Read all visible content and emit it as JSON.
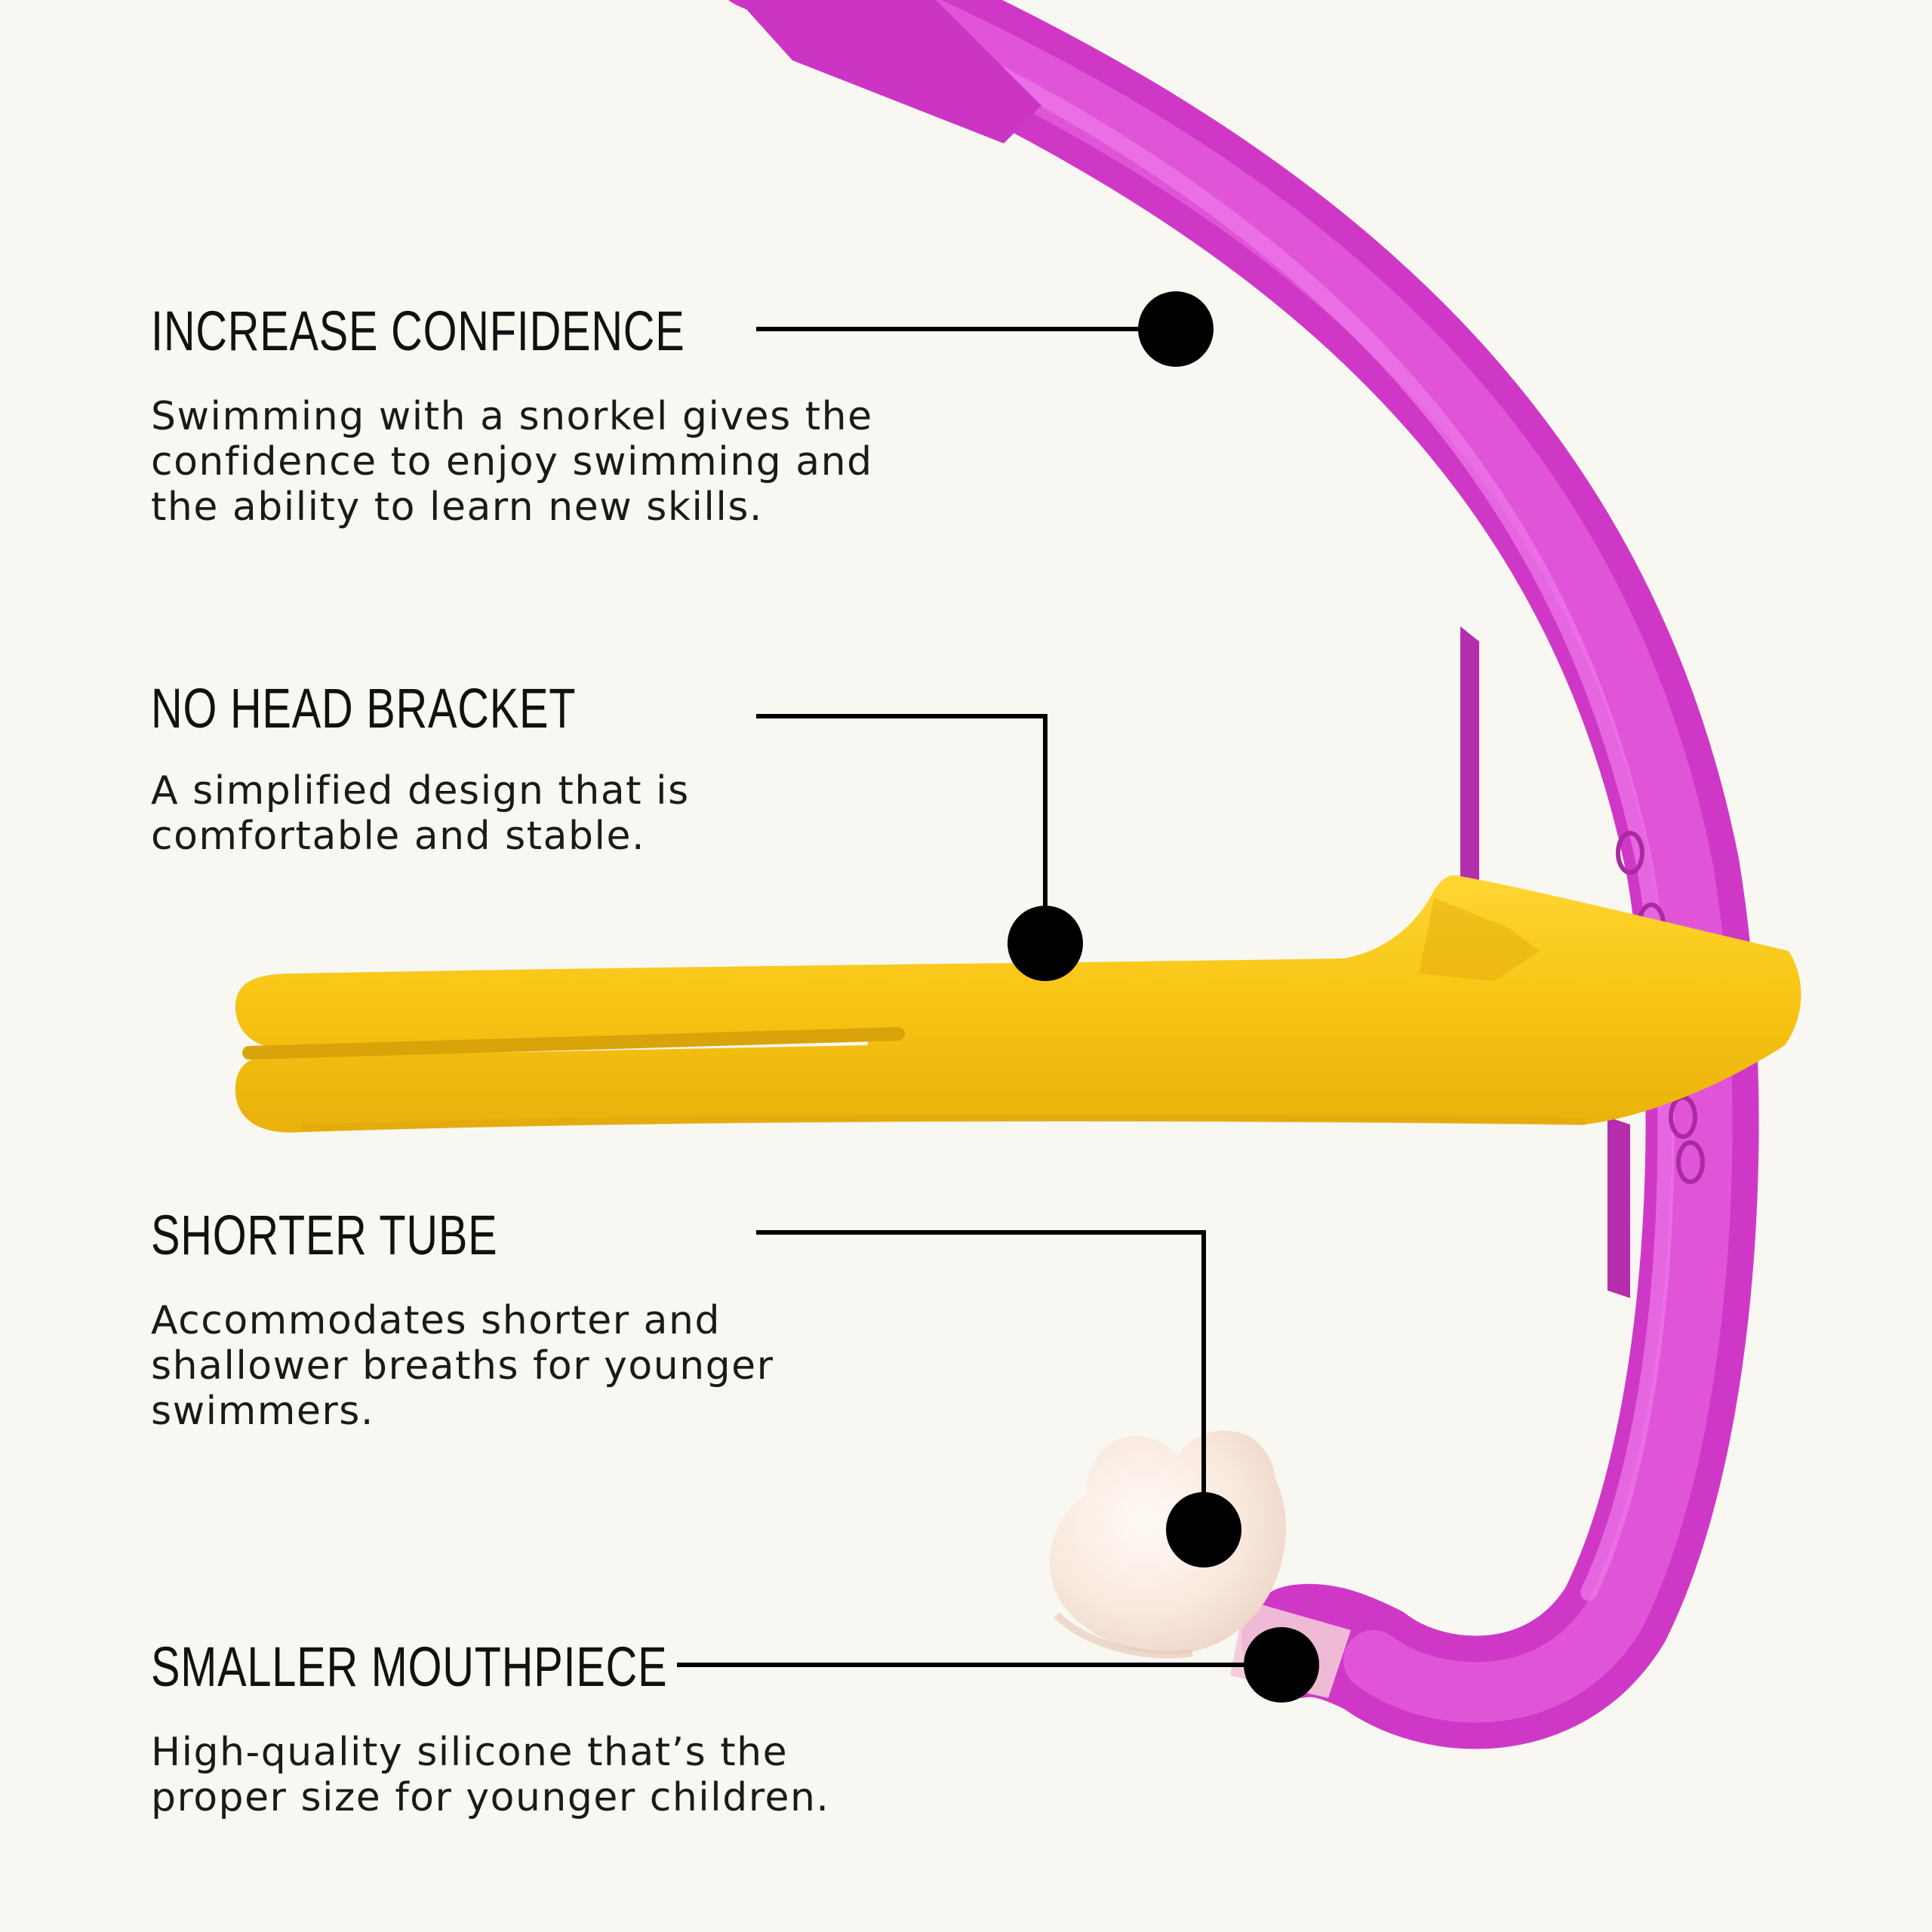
{
  "colors": {
    "background": "#f8f7f1",
    "snorkel_tube": "#d63fcf",
    "head_strap": "#f8c414",
    "mouthpiece": "#f7e7dc",
    "callout_marker": "#000000",
    "text": "#111111"
  },
  "product_image": {
    "parts": [
      "snorkel-tube",
      "head-strap",
      "mouthpiece"
    ]
  },
  "features": [
    {
      "title": "INCREASE CONFIDENCE",
      "description": "Swimming with a snorkel gives the\nconfidence to enjoy swimming and\nthe ability to learn new skills."
    },
    {
      "title": "NO HEAD BRACKET",
      "description": "A simplified design that is\ncomfortable and stable."
    },
    {
      "title": "SHORTER TUBE",
      "description": "Accommodates shorter and\nshallower breaths for younger\nswimmers."
    },
    {
      "title": "SMALLER MOUTHPIECE",
      "description": "High-quality silicone that’s the\nproper size for younger children."
    }
  ]
}
